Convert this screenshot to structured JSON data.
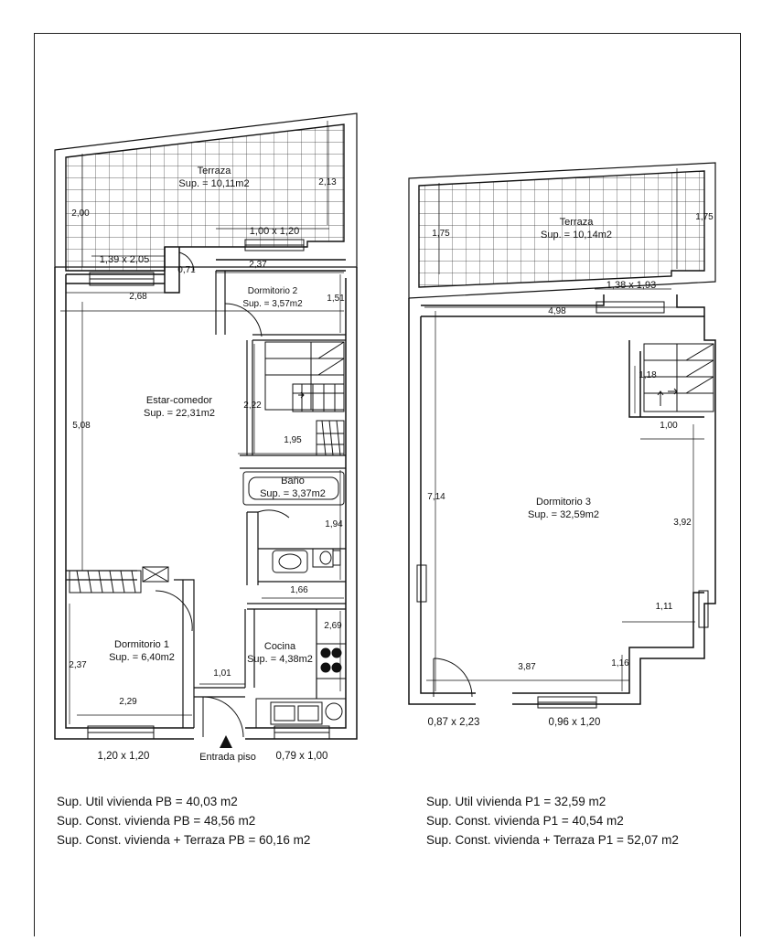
{
  "ground_floor": {
    "terraza": {
      "name": "Terraza",
      "area": "Sup. = 10,11m2"
    },
    "dormitorio2": {
      "name": "Dormitorio 2",
      "area": "Sup. = 3,57m2"
    },
    "estar": {
      "name": "Estar-comedor",
      "area": "Sup. = 22,31m2"
    },
    "bano": {
      "name": "Baño",
      "area": "Sup. = 3,37m2"
    },
    "dormitorio1": {
      "name": "Dormitorio 1",
      "area": "Sup. = 6,40m2"
    },
    "cocina": {
      "name": "Cocina",
      "area": "Sup. = 4,38m2"
    },
    "entrance_label": "Entrada piso",
    "dims": {
      "d_2_13": "2,13",
      "d_2_00": "2,00",
      "d_1_00x1_20": "1,00 x 1,20",
      "d_1_39x2_05": "1,39 x 2,05",
      "d_0_71": "0,71",
      "d_2_37a": "2,37",
      "d_2_68": "2,68",
      "d_1_51": "1,51",
      "d_2_22": "2,22",
      "d_5_08": "5,08",
      "d_1_95": "1,95",
      "d_1_94": "1,94",
      "d_1_66": "1,66",
      "d_2_69": "2,69",
      "d_2_37b": "2,37",
      "d_1_01": "1,01",
      "d_2_29": "2,29",
      "d_1_20x1_20": "1,20 x 1,20",
      "d_0_79x1_00": "0,79 x 1,00"
    }
  },
  "first_floor": {
    "terraza": {
      "name": "Terraza",
      "area": "Sup. = 10,14m2"
    },
    "dormitorio3": {
      "name": "Dormitorio 3",
      "area": "Sup. = 32,59m2"
    },
    "dims": {
      "d_1_75a": "1,75",
      "d_1_75b": "1,75",
      "d_1_38x1_93": "1,38 x 1,93",
      "d_4_98": "4,98",
      "d_1_18": "1,18",
      "d_1_00": "1,00",
      "d_7_14": "7,14",
      "d_3_92": "3,92",
      "d_1_11": "1,11",
      "d_3_87": "3,87",
      "d_1_16": "1,16",
      "d_0_87x2_23": "0,87 x 2,23",
      "d_0_96x1_20": "0,96 x 1,20"
    }
  },
  "summary_pb": [
    "Sup. Util vivienda PB =  40,03 m2",
    "Sup. Const. vivienda PB =  48,56 m2",
    "Sup. Const. vivienda + Terraza PB =  60,16 m2"
  ],
  "summary_p1": [
    "Sup. Util vivienda P1 =  32,59 m2",
    "Sup. Const. vivienda P1 =  40,54 m2",
    "Sup. Const. vivienda + Terraza P1 =  52,07 m2"
  ]
}
